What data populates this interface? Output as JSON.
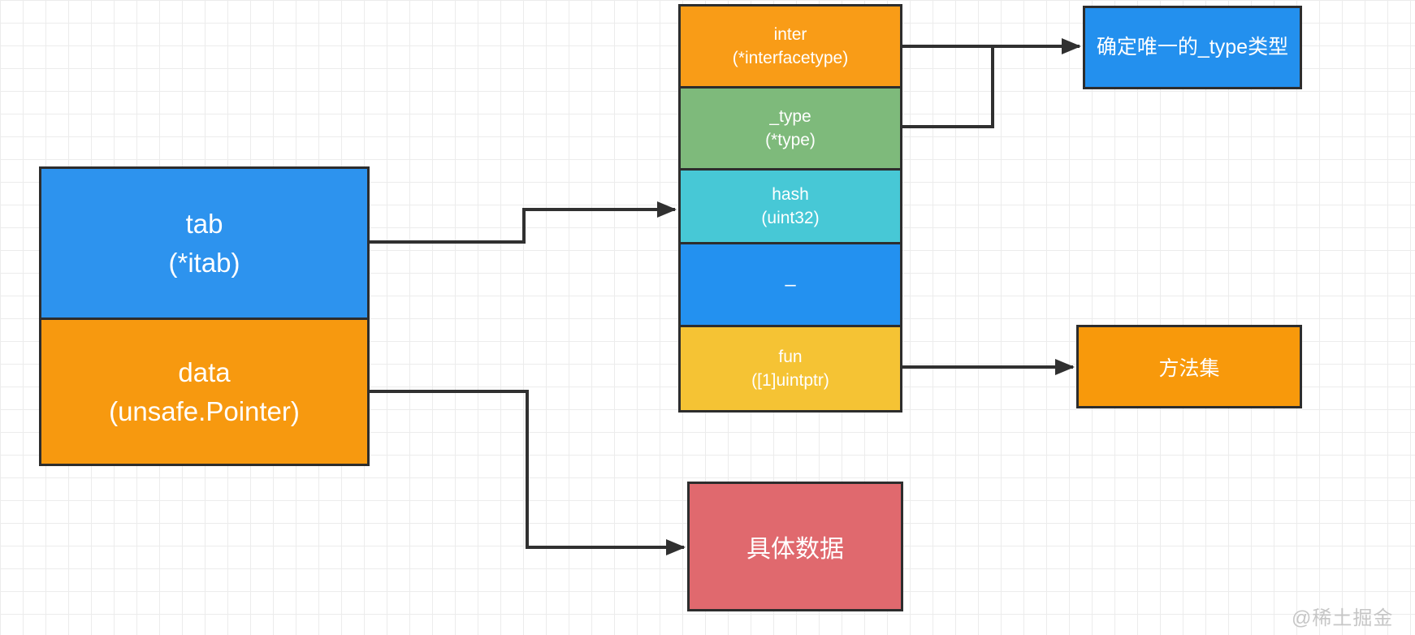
{
  "nodes": {
    "tab": {
      "label": "tab",
      "sub": "(*itab)",
      "color": "#2D93EE"
    },
    "data": {
      "label": "data",
      "sub": "(unsafe.Pointer)",
      "color": "#F7990F"
    },
    "inter": {
      "label": "inter",
      "sub": "(*interfacetype)",
      "color": "#F99C17"
    },
    "type": {
      "label": "_type",
      "sub": "(*type)",
      "color": "#7EBA7B"
    },
    "hash": {
      "label": "hash",
      "sub": "(uint32)",
      "color": "#47C8D6"
    },
    "blank": {
      "label": "–",
      "sub": "",
      "color": "#2391F0"
    },
    "fun": {
      "label": "fun",
      "sub": "([1]uintptr)",
      "color": "#F5C334"
    },
    "typeNote": {
      "label": "确定唯一的_type类型",
      "color": "#2390EE"
    },
    "methodSet": {
      "label": "方法集",
      "color": "#F8990B"
    },
    "concreteData": {
      "label": "具体数据",
      "color": "#E0696E"
    }
  },
  "edges": {
    "color": "#303030",
    "list": [
      {
        "name": "tab-to-hash",
        "from": "tab",
        "to": "hash"
      },
      {
        "name": "data-to-concrete",
        "from": "data",
        "to": "concreteData"
      },
      {
        "name": "inter-to-typenote",
        "from": "inter",
        "to": "typeNote"
      },
      {
        "name": "type-to-typenote",
        "from": "type",
        "to": "typeNote"
      },
      {
        "name": "fun-to-methodset",
        "from": "fun",
        "to": "methodSet"
      }
    ]
  },
  "watermark": "@稀土掘金"
}
